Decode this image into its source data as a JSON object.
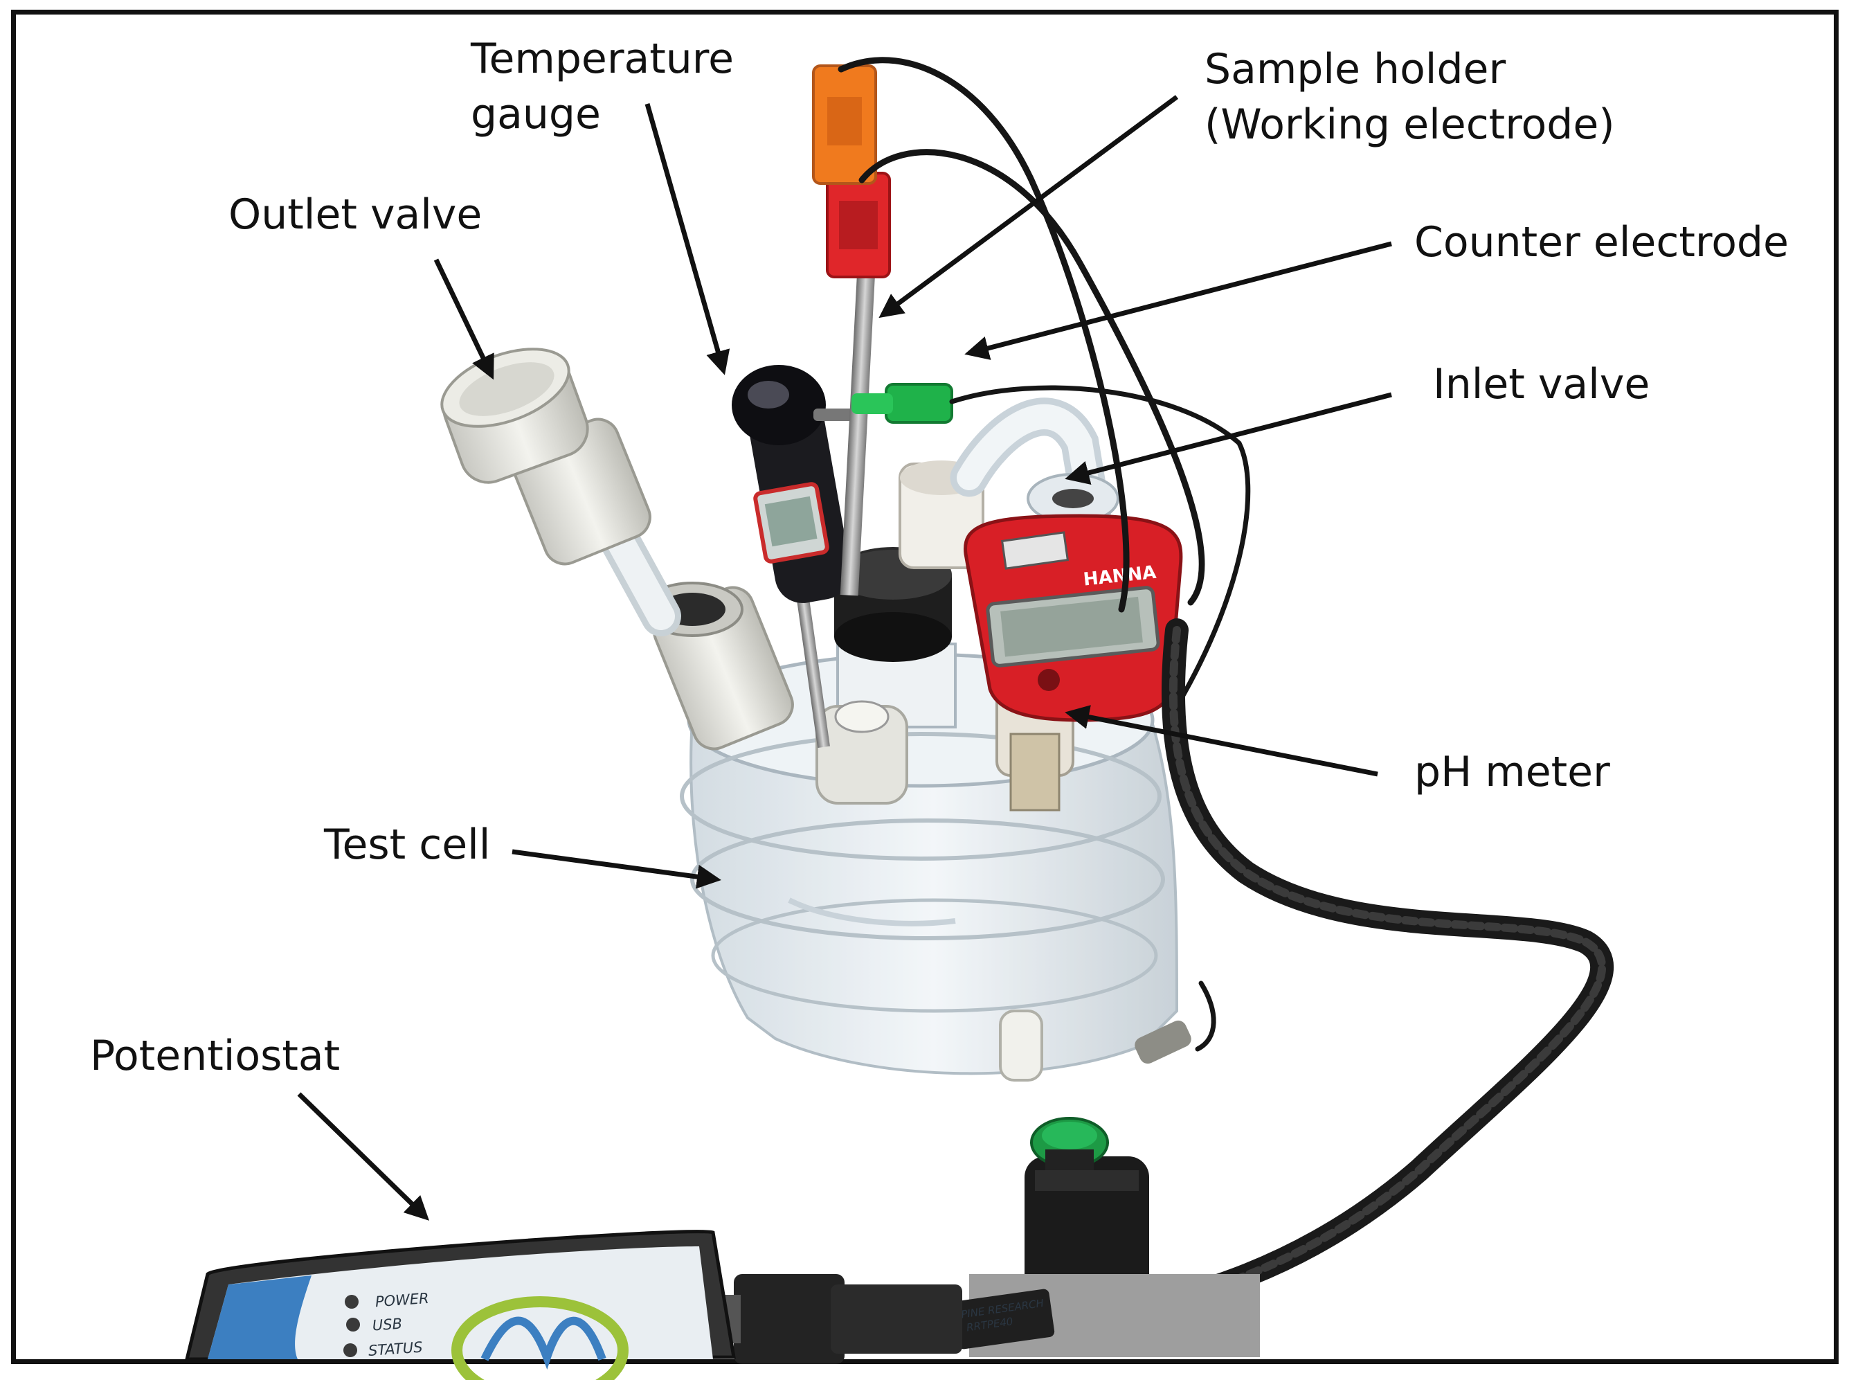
{
  "figure": {
    "labels": {
      "temperature_gauge": "Temperature\ngauge",
      "sample_holder": "Sample holder\n(Working electrode)",
      "outlet_valve": "Outlet valve",
      "counter_electrode": "Counter electrode",
      "inlet_valve": "Inlet valve",
      "ph_meter": "pH meter",
      "test_cell": "Test cell",
      "potentiostat": "Potentiostat"
    },
    "device_text": {
      "power": "POWER",
      "usb": "USB",
      "status": "STATUS",
      "cable_tag_line1": "PINE RESEARCH",
      "cable_tag_line2": "RRTPE40",
      "ph_brand": "HANNA"
    },
    "colors": {
      "label_text": "#111111",
      "arrow": "#111111",
      "orange_connector": "#f07a1e",
      "red_connector": "#e0262a",
      "green_clip": "#1fb24a",
      "ph_meter_body": "#d81f26",
      "glass": "#dfe8ee",
      "cable": "#1a1a1a",
      "potentiostat_body": "#3a3a3a",
      "potentiostat_face": "#e9eef2",
      "potentiostat_accent": "#3c7fc1"
    }
  }
}
